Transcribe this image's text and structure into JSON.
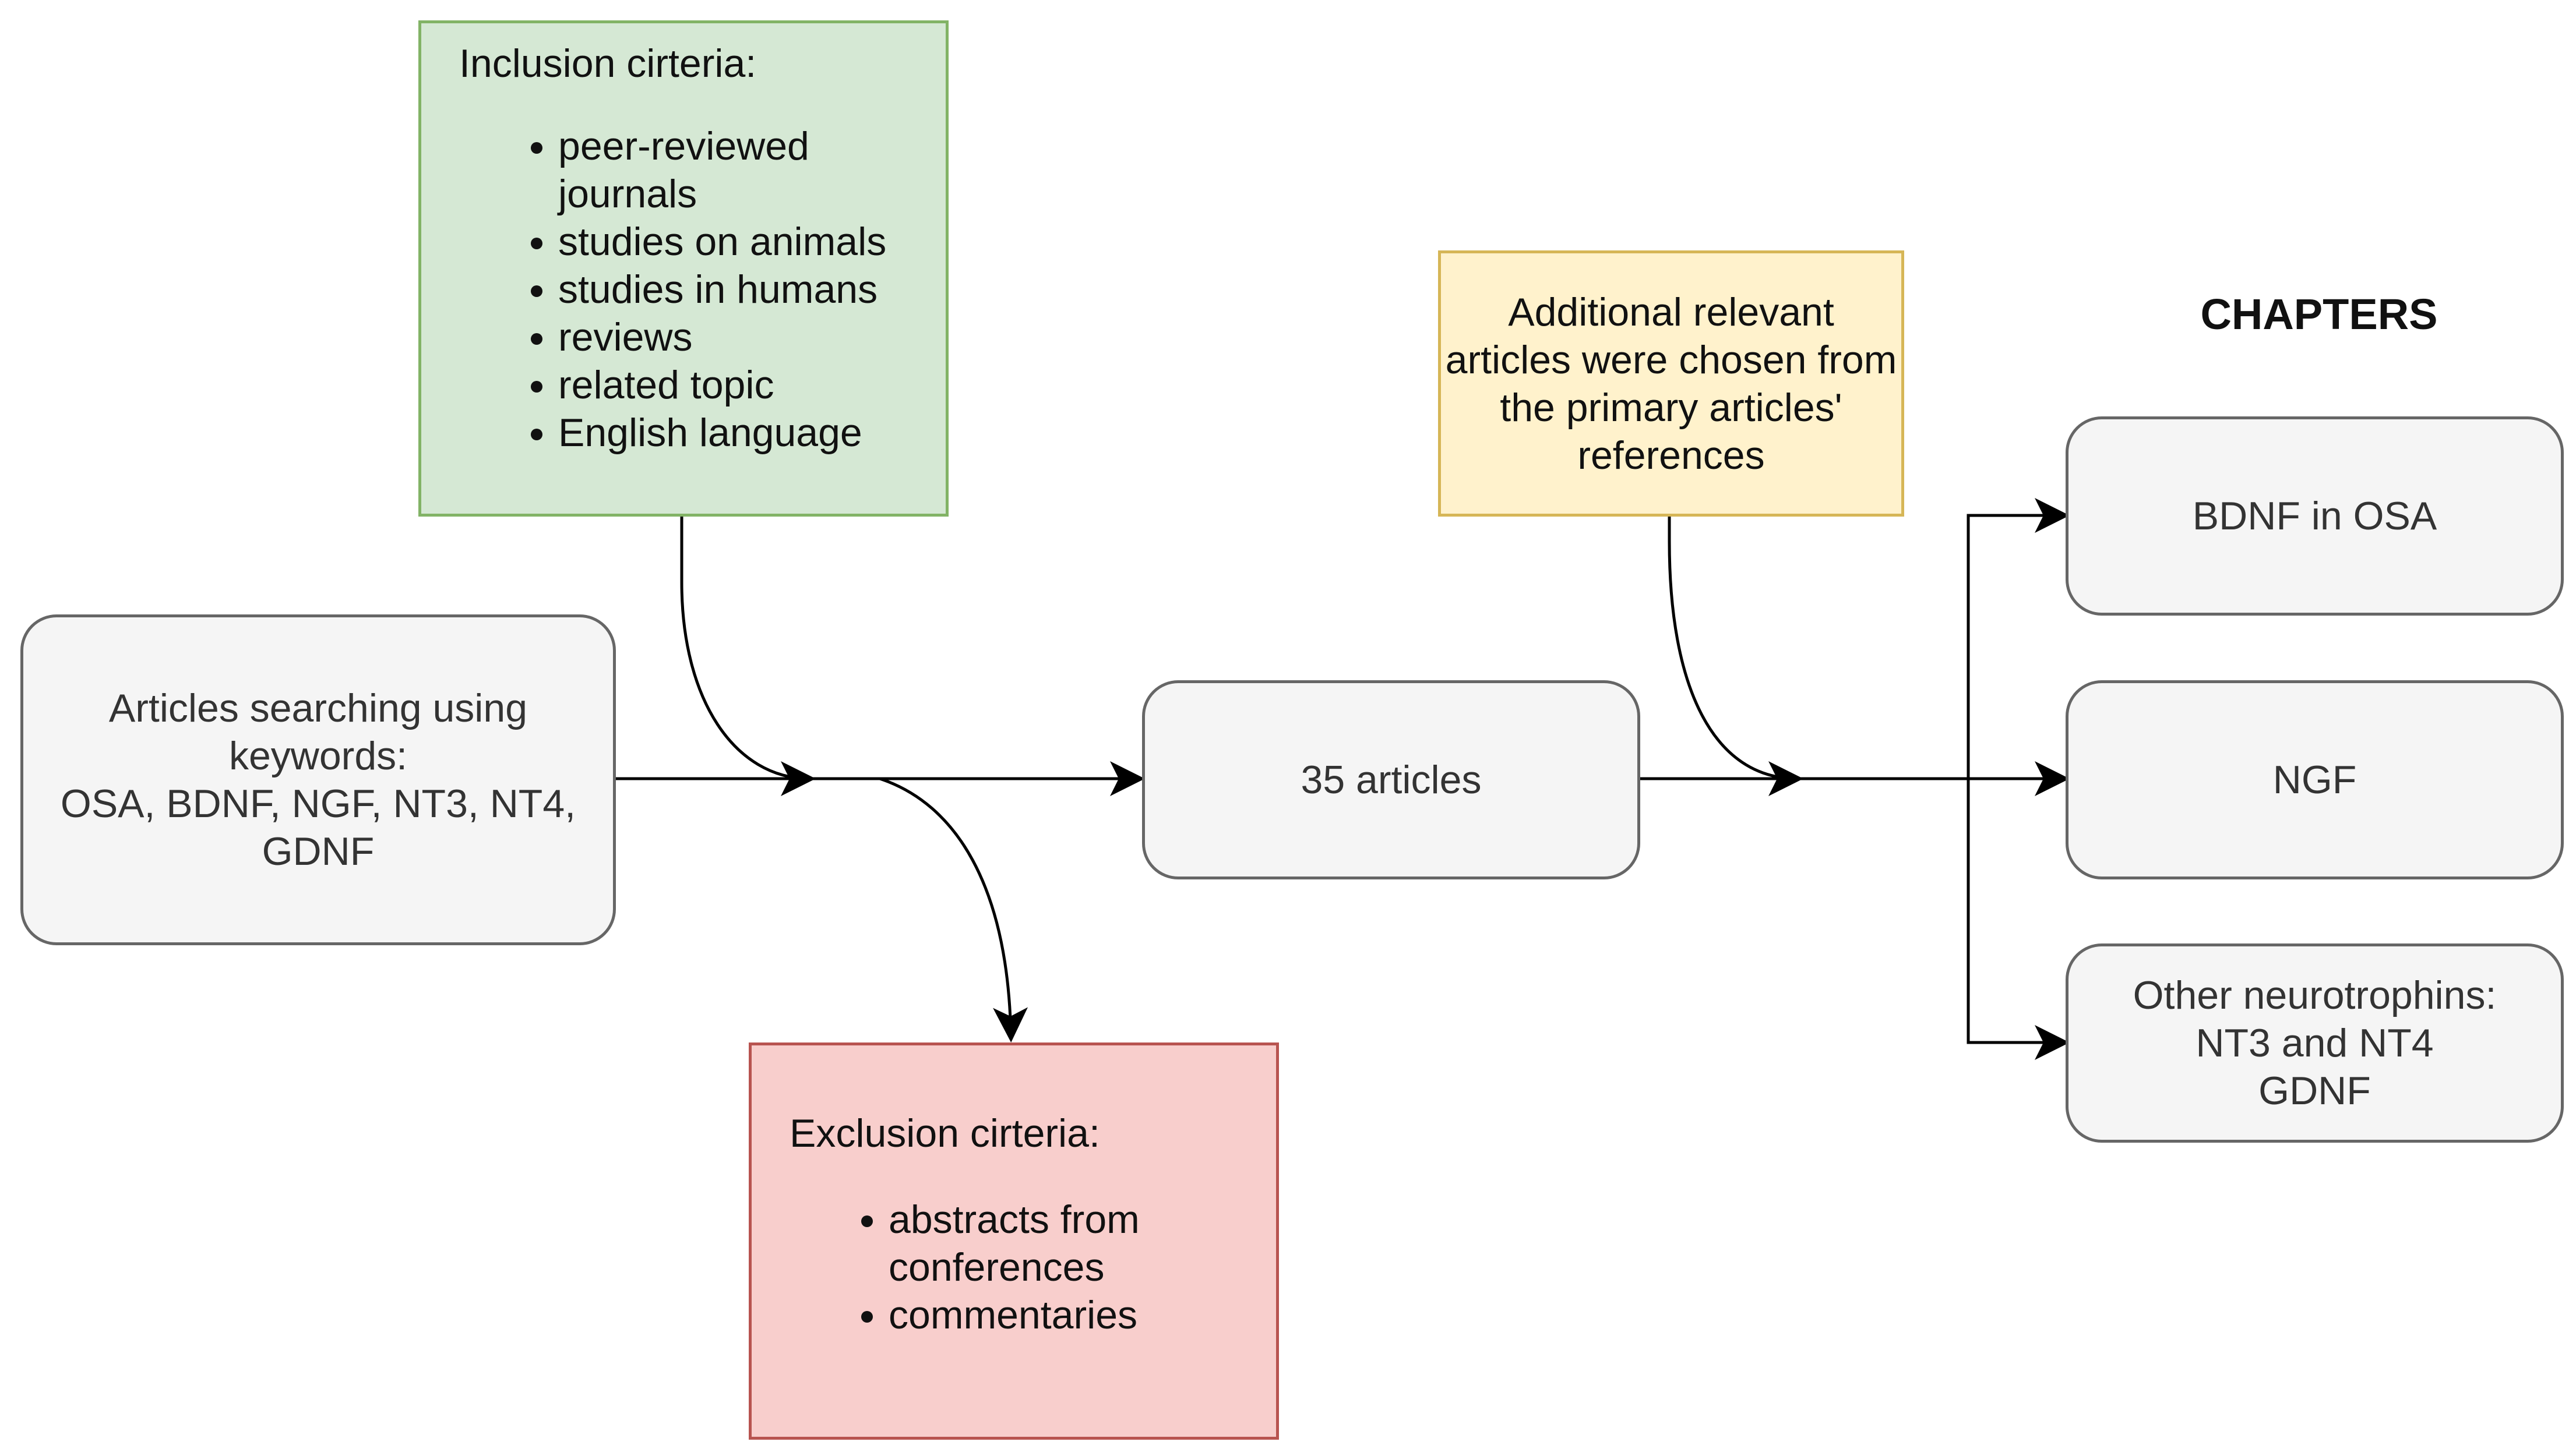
{
  "inclusion": {
    "title": "Inclusion cirteria:",
    "items": [
      "peer-reviewed journals",
      "studies on animals",
      "studies in humans",
      "reviews",
      "related topic",
      "English language"
    ]
  },
  "exclusion": {
    "title": "Exclusion cirteria:",
    "items": [
      "abstracts from conferences",
      "commentaries"
    ]
  },
  "search": {
    "line1": "Articles searching using",
    "line2": "keywords:",
    "line3": "OSA, BDNF, NGF, NT3, NT4,",
    "line4": "GDNF"
  },
  "articles": {
    "label": "35 articles"
  },
  "additional": {
    "line1": "Additional relevant",
    "line2": "articles were chosen from",
    "line3": "the primary articles'",
    "line4": "references"
  },
  "chapters": {
    "title": "CHAPTERS",
    "bdnf": "BDNF in OSA",
    "ngf": "NGF",
    "other_line1": "Other neurotrophins:",
    "other_line2": "NT3 and NT4",
    "other_line3": "GDNF"
  },
  "colors": {
    "inclusion_fill": "#d5e8d4",
    "inclusion_border": "#82b366",
    "exclusion_fill": "#f8cecc",
    "exclusion_border": "#b85450",
    "additional_fill": "#fff2cc",
    "additional_border": "#d6b656",
    "process_fill": "#f5f5f5",
    "process_border": "#666666"
  }
}
